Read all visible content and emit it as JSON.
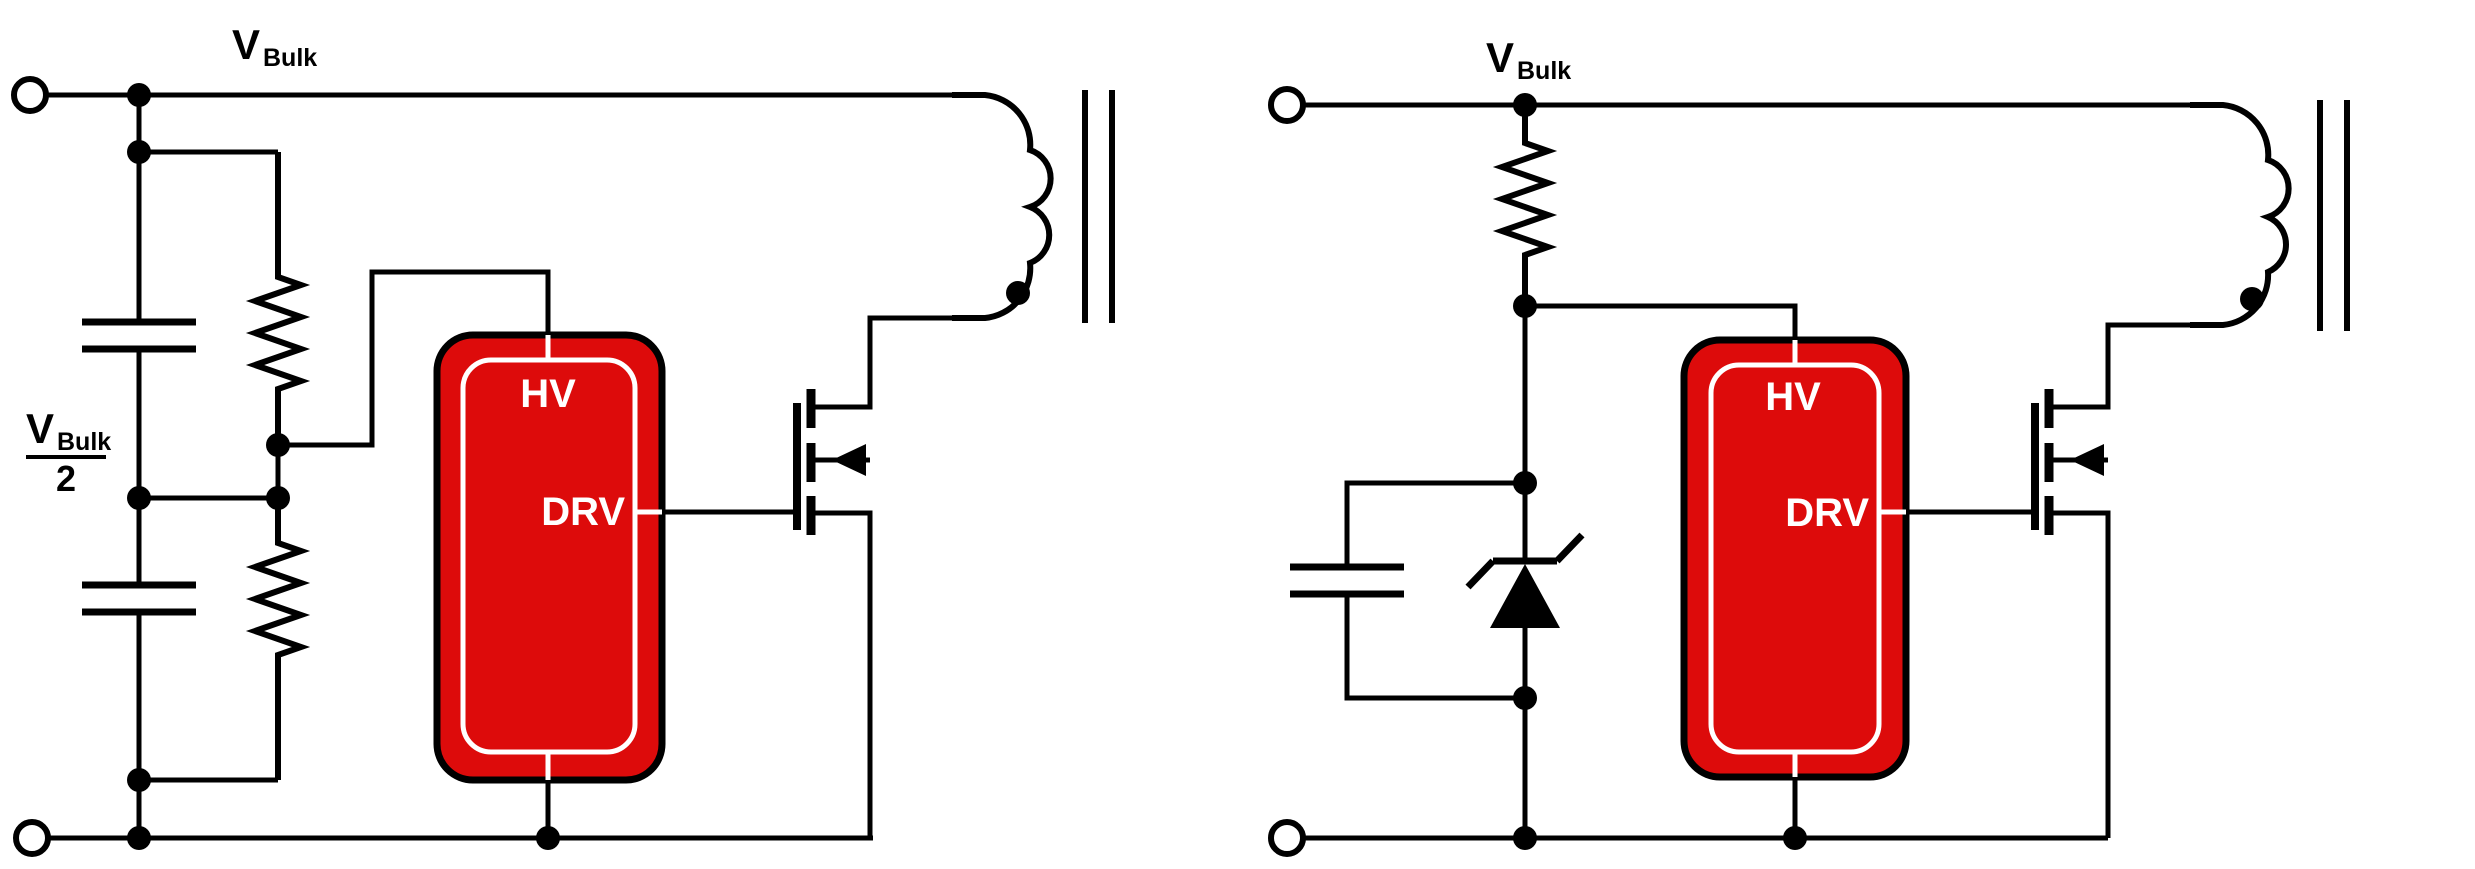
{
  "colors": {
    "background": "#FFFFFF",
    "wire": "#000000",
    "controller_fill": "#DD0B0B",
    "controller_border": "#000000",
    "controller_inner_outline": "#FFFFFF",
    "pin_label_text": "#FFFFFF",
    "label_text": "#000000"
  },
  "left_circuit": {
    "bulk_rail_label": {
      "base": "V",
      "subscript": "Bulk"
    },
    "half_bulk_label": {
      "base": "V",
      "subscript": "Bulk",
      "denominator": "2"
    },
    "controller": {
      "top_pin_label": "HV",
      "drive_pin_label": "DRV"
    },
    "symbols": [
      "input-terminal",
      "capacitive-divider-two-capacitors",
      "resistive-divider-two-resistors",
      "startup-controller-ic",
      "n-channel-mosfet",
      "transformer-primary-with-polarity-dot",
      "return-terminal"
    ]
  },
  "right_circuit": {
    "bulk_rail_label": {
      "base": "V",
      "subscript": "Bulk"
    },
    "controller": {
      "top_pin_label": "HV",
      "drive_pin_label": "DRV"
    },
    "symbols": [
      "input-terminal",
      "startup-resistor",
      "filter-capacitor",
      "zener-diode-clamp",
      "startup-controller-ic",
      "n-channel-mosfet",
      "transformer-primary-with-polarity-dot",
      "return-terminal"
    ]
  }
}
